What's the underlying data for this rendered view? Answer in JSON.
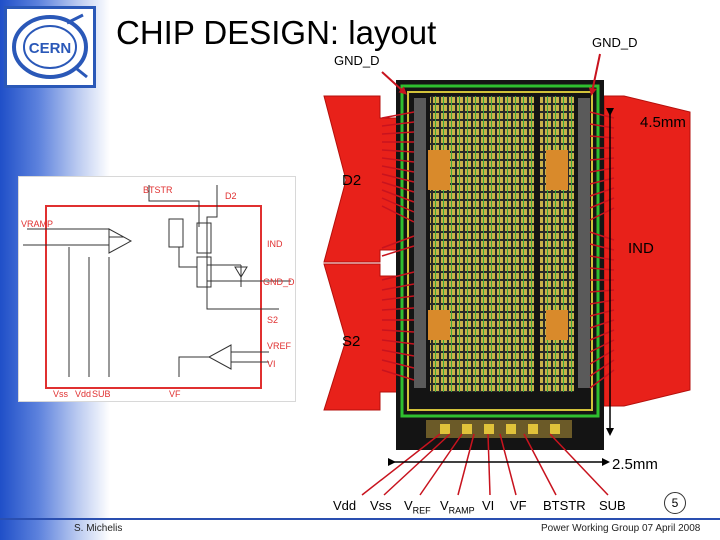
{
  "slide": {
    "title": "CHIP DESIGN: layout",
    "footer_left": "S. Michelis",
    "footer_right": "Power Working Group 07 April 2008",
    "page_number": "5"
  },
  "logo": {
    "text": "CERN"
  },
  "layout": {
    "gnd_top_left": "GND_D",
    "gnd_top_right": "GND_D",
    "dim_width": "4.5mm",
    "dim_height": "2.5mm",
    "pad_labels": {
      "d2": "D2",
      "s2": "S2",
      "ind": "IND"
    }
  },
  "bottom_pins": {
    "vdd": "Vdd",
    "vss": "Vss",
    "vref_main": "V",
    "vref_sub": "REF",
    "vramp_main": "V",
    "vramp_sub": "RAMP",
    "vi": "VI",
    "vf": "VF",
    "btstr": "BTSTR",
    "sub": "SUB"
  },
  "schematic": {
    "btstr": "BTSTR",
    "d2": "D2",
    "vramp": "VRAMP",
    "ind": "IND",
    "gnd_d": "GND_D",
    "s2": "S2",
    "vref": "VREF",
    "vi": "VI",
    "vss": "Vss",
    "vdd": "Vdd",
    "sub": "SUB",
    "vf": "VF"
  },
  "colors": {
    "pad_red": "#e8211a",
    "chip_bg": "#141414",
    "accent_blue": "#2a4fb0"
  }
}
